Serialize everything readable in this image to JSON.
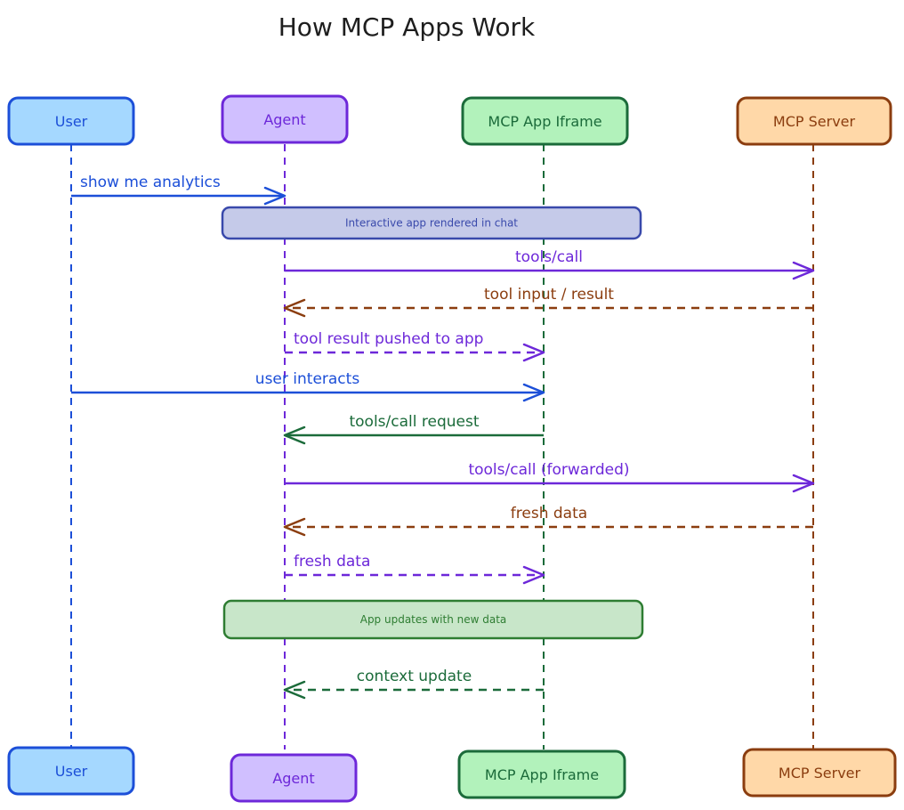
{
  "title": "How MCP Apps Work",
  "actors": [
    {
      "id": "user",
      "label": "User",
      "fill": "#a5d8ff",
      "stroke": "#1c4fd8",
      "text": "#1c4fd8",
      "lifeline": "#1c4fd8"
    },
    {
      "id": "agent",
      "label": "Agent",
      "fill": "#d0bfff",
      "stroke": "#6d28d9",
      "text": "#6d28d9",
      "lifeline": "#6d28d9"
    },
    {
      "id": "iframe",
      "label": "MCP App Iframe",
      "fill": "#b2f2bb",
      "stroke": "#1b6b3a",
      "text": "#1b6b3a",
      "lifeline": "#1b6b3a"
    },
    {
      "id": "server",
      "label": "MCP Server",
      "fill": "#ffd8a8",
      "stroke": "#8b3d0f",
      "text": "#8b3d0f",
      "lifeline": "#8b3d0f"
    }
  ],
  "messages": [
    {
      "from": "user",
      "to": "agent",
      "label": "show me analytics",
      "style": "solid",
      "color": "#1c4fd8",
      "label_align": "start"
    },
    {
      "note": true,
      "label": "Interactive app rendered in chat",
      "fill": "#c5cae9",
      "stroke": "#3949ab",
      "text": "#3949ab"
    },
    {
      "from": "agent",
      "to": "server",
      "label": "tools/call",
      "style": "solid",
      "color": "#6d28d9",
      "label_align": "center"
    },
    {
      "from": "server",
      "to": "agent",
      "label": "tool input / result",
      "style": "dashed",
      "color": "#8b3d0f",
      "label_align": "center"
    },
    {
      "from": "agent",
      "to": "iframe",
      "label": "tool result pushed to app",
      "style": "dashed",
      "color": "#6d28d9",
      "label_align": "start"
    },
    {
      "from": "user",
      "to": "iframe",
      "label": "user interacts",
      "style": "solid",
      "color": "#1c4fd8",
      "label_align": "center"
    },
    {
      "from": "iframe",
      "to": "agent",
      "label": "tools/call request",
      "style": "solid",
      "color": "#1b6b3a",
      "label_align": "center"
    },
    {
      "from": "agent",
      "to": "server",
      "label": "tools/call (forwarded)",
      "style": "solid",
      "color": "#6d28d9",
      "label_align": "center"
    },
    {
      "from": "server",
      "to": "agent",
      "label": "fresh data",
      "style": "dashed",
      "color": "#8b3d0f",
      "label_align": "center"
    },
    {
      "from": "agent",
      "to": "iframe",
      "label": "fresh data",
      "style": "dashed",
      "color": "#6d28d9",
      "label_align": "start"
    },
    {
      "note": true,
      "label": "App updates with new data",
      "fill": "#c8e6c9",
      "stroke": "#2e7d32",
      "text": "#2e7d32"
    },
    {
      "from": "iframe",
      "to": "agent",
      "label": "context update",
      "style": "dashed",
      "color": "#1b6b3a",
      "label_align": "center"
    }
  ]
}
